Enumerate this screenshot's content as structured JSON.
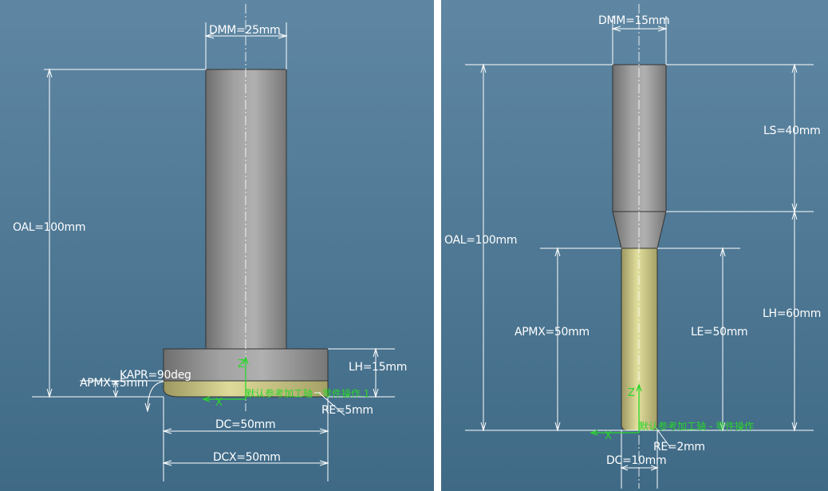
{
  "colors": {
    "background_top": "#5f87a3",
    "background_bottom": "#3f6a86",
    "body_gray": "#8d8d8d",
    "cutting_yellow": "#d4d08a",
    "dimension_line": "#ffffff",
    "reference_green": "#2bd62b"
  },
  "left_view": {
    "tool": "face-mill",
    "dimensions": {
      "dmm": "DMM=25mm",
      "oal": "OAL=100mm",
      "lh": "LH=15mm",
      "kapr": "KAPR=90deg",
      "apmx": "APMX=5mm",
      "re": "RE=5mm",
      "dc": "DC=50mm",
      "dcx": "DCX=50mm"
    },
    "axes": {
      "z": "Z",
      "x": "X"
    },
    "reference": "默认参考加工轴 - 零件操作.1"
  },
  "right_view": {
    "tool": "end-mill",
    "dimensions": {
      "dmm": "DMM=15mm",
      "oal": "OAL=100mm",
      "ls": "LS=40mm",
      "lh": "LH=60mm",
      "apmx": "APMX=50mm",
      "le": "LE=50mm",
      "re": "RE=2mm",
      "dc": "DC=10mm"
    },
    "axes": {
      "z": "Z",
      "x": "X"
    },
    "reference": "默认参考加工轴 - 零件操作"
  }
}
